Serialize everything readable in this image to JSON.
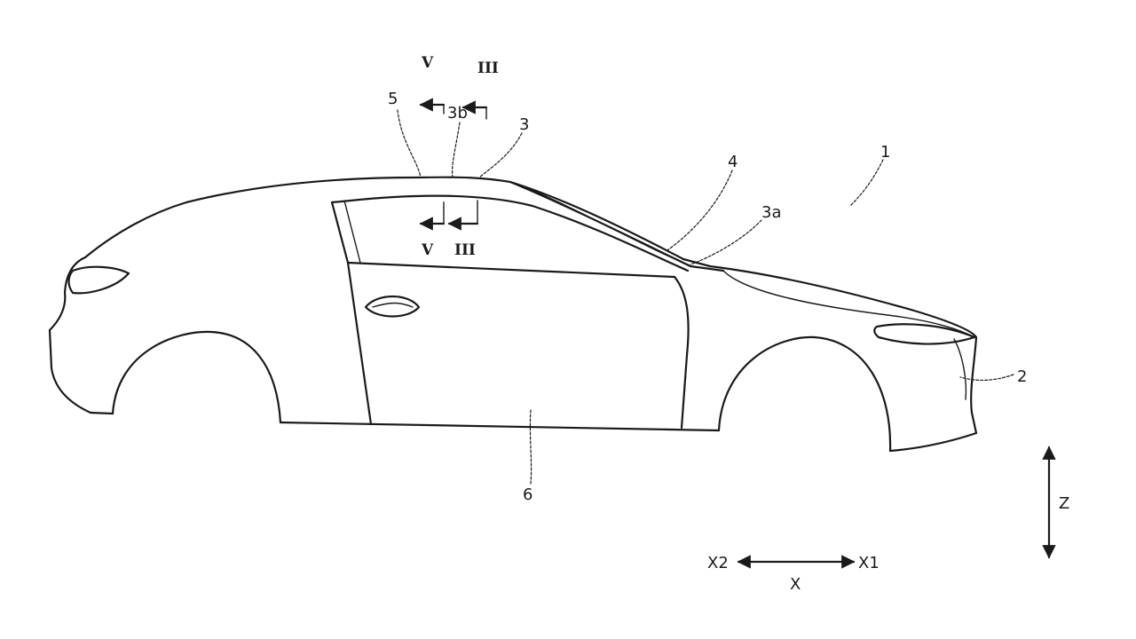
{
  "labels": {
    "ref_1": "1",
    "ref_2": "2",
    "ref_3": "3",
    "ref_3a": "3a",
    "ref_3b": "3b",
    "ref_4": "4",
    "ref_5": "5",
    "ref_6": "6"
  },
  "sections": {
    "v_top": "V",
    "v_bottom": "V",
    "iii_top": "III",
    "iii_bottom": "III"
  },
  "axes": {
    "z": "Z",
    "x": "X",
    "x1": "X1",
    "x2": "X2"
  },
  "colors": {
    "line": "#1a1a1a",
    "background": "#ffffff"
  }
}
